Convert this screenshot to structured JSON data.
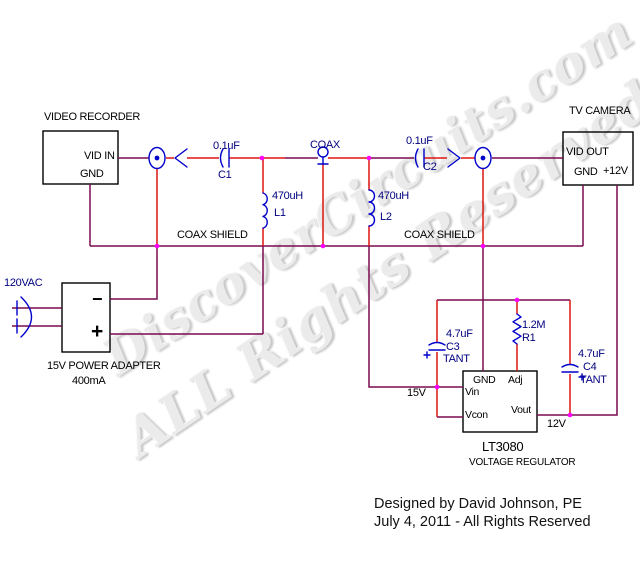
{
  "recorder": {
    "title": "VIDEO RECORDER",
    "pin_vid_in": "VID IN",
    "pin_gnd": "GND"
  },
  "camera": {
    "title": "TV CAMERA",
    "pin_vid_out": "VID OUT",
    "pin_gnd": "GND",
    "pin_12v": "+12V"
  },
  "adapter": {
    "name_line1": "15V POWER ADAPTER",
    "name_line2": "400mA",
    "minus": "−",
    "plus": "+",
    "input_label": "120VAC"
  },
  "coax": {
    "connector_label": "COAX",
    "shield_left": "COAX SHIELD",
    "shield_right": "COAX SHIELD"
  },
  "components": {
    "c1": {
      "value": "0.1uF",
      "ref": "C1"
    },
    "c2": {
      "value": "0.1uF",
      "ref": "C2"
    },
    "l1": {
      "value": "470uH",
      "ref": "L1"
    },
    "l2": {
      "value": "470uH",
      "ref": "L2"
    },
    "c3": {
      "value": "4.7uF",
      "ref": "C3",
      "type": "TANT"
    },
    "c4": {
      "value": "4.7uF",
      "ref": "C4",
      "type": "TANT"
    },
    "r1": {
      "value": "1.2M",
      "ref": "R1"
    }
  },
  "regulator": {
    "pin_gnd": "GND",
    "pin_adj": "Adj",
    "pin_vin": "Vin",
    "pin_vcon": "Vcon",
    "pin_vout": "Vout",
    "part": "LT3080",
    "caption": "VOLTAGE REGULATOR"
  },
  "nets": {
    "v15": "15V",
    "v12": "12V"
  },
  "watermark": {
    "line1": "DiscoverCircuits.com",
    "line2": "ALL Rights Reserved"
  },
  "footer": {
    "line1": "Designed by David Johnson, PE",
    "line2": "July 4, 2011 - All Rights Reserved"
  },
  "colors": {
    "wire_red": "#df1410",
    "wire_maroon": "#7a0a50",
    "symbol_blue": "#0000cc",
    "junction_dot": "#ff00ff",
    "component_label": "#00007e",
    "text": "#000000"
  }
}
